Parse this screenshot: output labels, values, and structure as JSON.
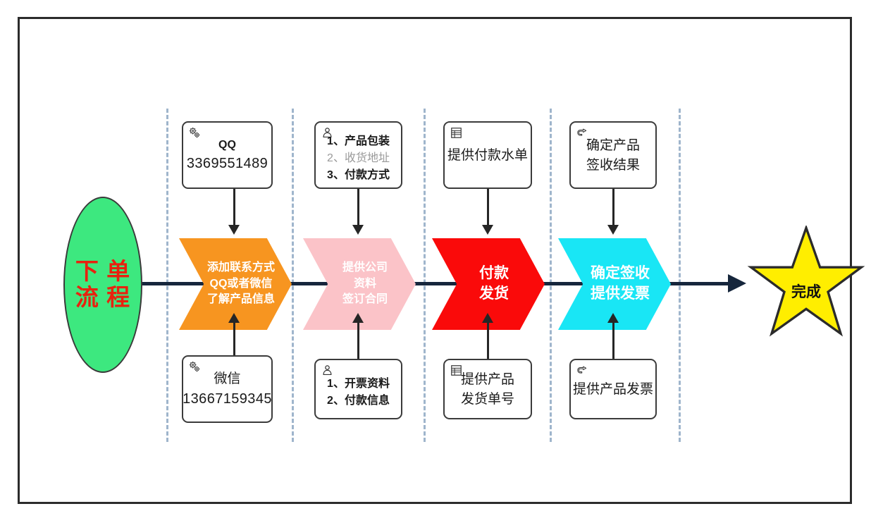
{
  "diagram": {
    "title": "下单流程",
    "start": {
      "label": "下\n单\n流\n程",
      "fill": "#3de87f",
      "text_color": "#e8220f"
    },
    "end": {
      "label": "完成",
      "fill": "#ffee00",
      "text_color": "#111111"
    },
    "flow_line_color": "#16263c",
    "divider_color": "#9fb5cc",
    "stages": [
      {
        "id": "stage-contact",
        "process_label": "添加联系方式\nQQ或者微信\n了解产品信息",
        "fill": "#f79520",
        "top_box": {
          "icon": "gears-icon",
          "lines": [
            {
              "text": "QQ",
              "style": "bold"
            },
            {
              "text": "3369551489",
              "style": "number"
            }
          ]
        },
        "bottom_box": {
          "icon": "gears-icon",
          "lines": [
            {
              "text": "微信",
              "style": "big"
            },
            {
              "text": "13667159345",
              "style": "number"
            }
          ]
        }
      },
      {
        "id": "stage-contract",
        "process_label": "提供公司\n资料\n签订合同",
        "fill": "#fbc3c8",
        "top_box": {
          "icon": "person-icon",
          "lines": [
            {
              "text": "1、产品包装",
              "style": "bold"
            },
            {
              "text": "2、收货地址",
              "style": "gray"
            },
            {
              "text": "3、付款方式",
              "style": "bold"
            }
          ]
        },
        "bottom_box": {
          "icon": "person-icon",
          "lines": [
            {
              "text": "1、开票资料",
              "style": "bold"
            },
            {
              "text": "2、付款信息",
              "style": "bold"
            }
          ]
        }
      },
      {
        "id": "stage-payment",
        "process_label": "付款\n发货",
        "fill": "#fa0a0a",
        "top_box": {
          "icon": "document-list-icon",
          "lines": [
            {
              "text": "提供付款水单",
              "style": "big"
            }
          ]
        },
        "bottom_box": {
          "icon": "document-list-icon",
          "lines": [
            {
              "text": "提供产品",
              "style": "big"
            },
            {
              "text": "发货单号",
              "style": "big"
            }
          ]
        }
      },
      {
        "id": "stage-receipt",
        "process_label": "确定签收\n提供发票",
        "fill": "#19e6f5",
        "top_box": {
          "icon": "pointing-hand-icon",
          "lines": [
            {
              "text": "确定产品",
              "style": "big"
            },
            {
              "text": "签收结果",
              "style": "big"
            }
          ]
        },
        "bottom_box": {
          "icon": "pointing-hand-icon",
          "lines": [
            {
              "text": "提供产品发票",
              "style": "big"
            }
          ]
        }
      }
    ]
  }
}
